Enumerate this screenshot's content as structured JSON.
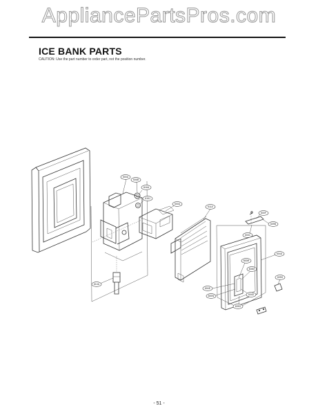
{
  "watermark": "AppliancePartsPros.com",
  "title": "ICE BANK PARTS",
  "caution": "CAUTION: Use the part number to order part, not the position number.",
  "page_number": "- 51 -",
  "callouts": [
    {
      "id": "c1",
      "label": "500A"
    },
    {
      "id": "c2",
      "label": "606B"
    },
    {
      "id": "c3",
      "label": "616A"
    },
    {
      "id": "c4",
      "label": "615J"
    },
    {
      "id": "c5",
      "label": "600A"
    },
    {
      "id": "c6",
      "label": "611A"
    },
    {
      "id": "c7",
      "label": "600F"
    },
    {
      "id": "c8",
      "label": "609B"
    },
    {
      "id": "c9",
      "label": "604C"
    },
    {
      "id": "c10",
      "label": "604A"
    },
    {
      "id": "c11",
      "label": "600M"
    },
    {
      "id": "c12",
      "label": "604M"
    },
    {
      "id": "c13",
      "label": "604E"
    },
    {
      "id": "c14",
      "label": "600W"
    },
    {
      "id": "c15",
      "label": "604D"
    },
    {
      "id": "c16",
      "label": "609H"
    },
    {
      "id": "c17",
      "label": "609G"
    },
    {
      "id": "c18",
      "label": "614A"
    }
  ]
}
